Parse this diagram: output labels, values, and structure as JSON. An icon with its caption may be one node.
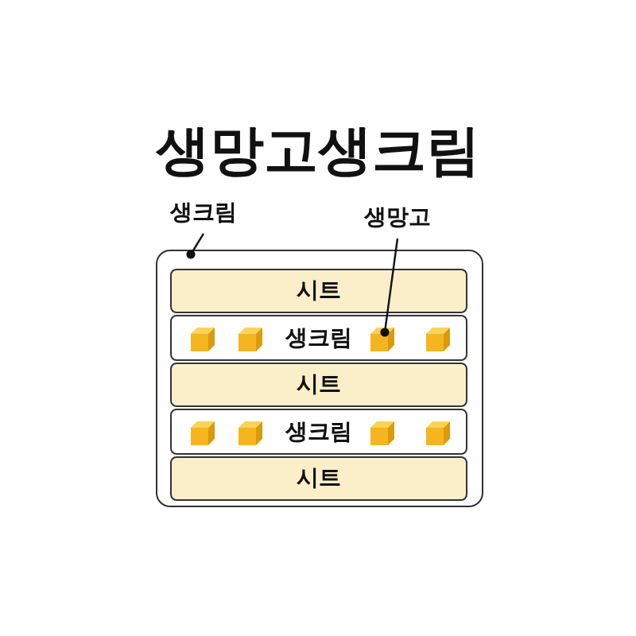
{
  "diagram": {
    "title": "생망고생크림",
    "nodes": [
      {
        "text": [
          "생크림"
        ]
      },
      {
        "text": [
          "생망고"
        ]
      },
      {
        "text": [],
        "shape": "box"
      },
      {
        "text": [
          "시트"
        ],
        "in": 2
      },
      {
        "text": [
          "생크림"
        ],
        "in": 2
      },
      {
        "text": [],
        "shape": "box",
        "in": 4
      },
      {
        "text": [
          "시트"
        ],
        "in": 2
      },
      {
        "text": [
          "생크림"
        ],
        "in": 2
      },
      {
        "text": [
          "시트"
        ],
        "in": 2
      }
    ],
    "edges": [
      {
        "from": 0,
        "to": 2,
        "arrow": "other"
      },
      {
        "from": 1,
        "to": 5,
        "arrow": "other"
      }
    ]
  }
}
